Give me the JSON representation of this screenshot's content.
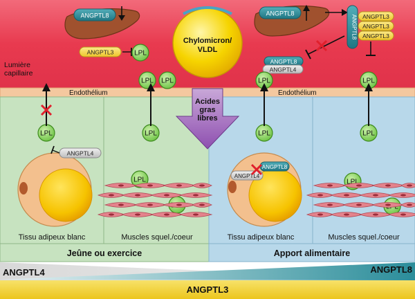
{
  "labels": {
    "lumen_line1": "Lumière",
    "lumen_line2": "capillaire",
    "endothelium": "Endothélium",
    "chylomicron_line1": "Chylomicron/",
    "chylomicron_line2": "VLDL",
    "fatty_acids_line1": "Acides",
    "fatty_acids_line2": "gras",
    "fatty_acids_line3": "libres",
    "lpl": "LPL",
    "angptl8": "ANGPTL8",
    "angptl3": "ANGPTL3",
    "angptl4": "ANGPTL4"
  },
  "panels": {
    "adipose": "Tissu adipeux blanc",
    "muscle": "Muscles squel./coeur"
  },
  "conditions": {
    "left": "Jeûne ou exercice",
    "right": "Apport alimentaire"
  },
  "bottom_bars": {
    "left_gradient": "ANGPTL4",
    "right_gradient": "ANGPTL8",
    "full": "ANGPTL3"
  },
  "colors": {
    "lumen_red": "#e83a4f",
    "endothelium": "#f4c89f",
    "fasting_green": "#c7e3c0",
    "fed_blue": "#b8d8ea",
    "lpl_green": "#8fd56a",
    "angptl_teal": "#2b8d9a",
    "angptl_yellow": "#f3d33c",
    "lipoprotein_yellow": "#f6d400",
    "arrow_purple": "#9b5fb5",
    "inhibition_red": "#e0202c"
  },
  "icons": [
    "liver-icon",
    "fat-cell-icon",
    "muscle-fiber-icon",
    "inhibition-cross-icon"
  ]
}
